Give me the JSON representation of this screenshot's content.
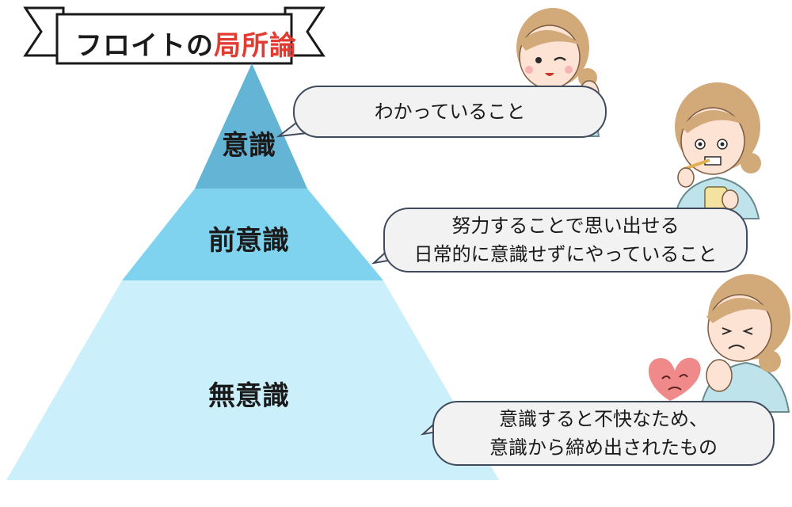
{
  "title": {
    "main": "フロイトの",
    "accent": "局所論"
  },
  "layers": [
    {
      "label": "意識",
      "color": "#63b4d5"
    },
    {
      "label": "前意識",
      "color": "#7fd3ee"
    },
    {
      "label": "無意識",
      "color": "#ccf0fb"
    }
  ],
  "bubbles": [
    {
      "lines": [
        "わかっていること"
      ]
    },
    {
      "lines": [
        "努力することで思い出せる",
        "日常的に意識せずにやっていること"
      ]
    },
    {
      "lines": [
        "意識すると不快なため、",
        "意識から締め出されたもの"
      ]
    }
  ],
  "colors": {
    "bubble_fill": "#f2f2f2",
    "bubble_border": "#3f4a5c",
    "title_accent": "#e23b32",
    "skin": "#fde3d3",
    "hair": "#d2a978",
    "shirt": "#bfe3ea",
    "heart": "#f08a8a"
  }
}
